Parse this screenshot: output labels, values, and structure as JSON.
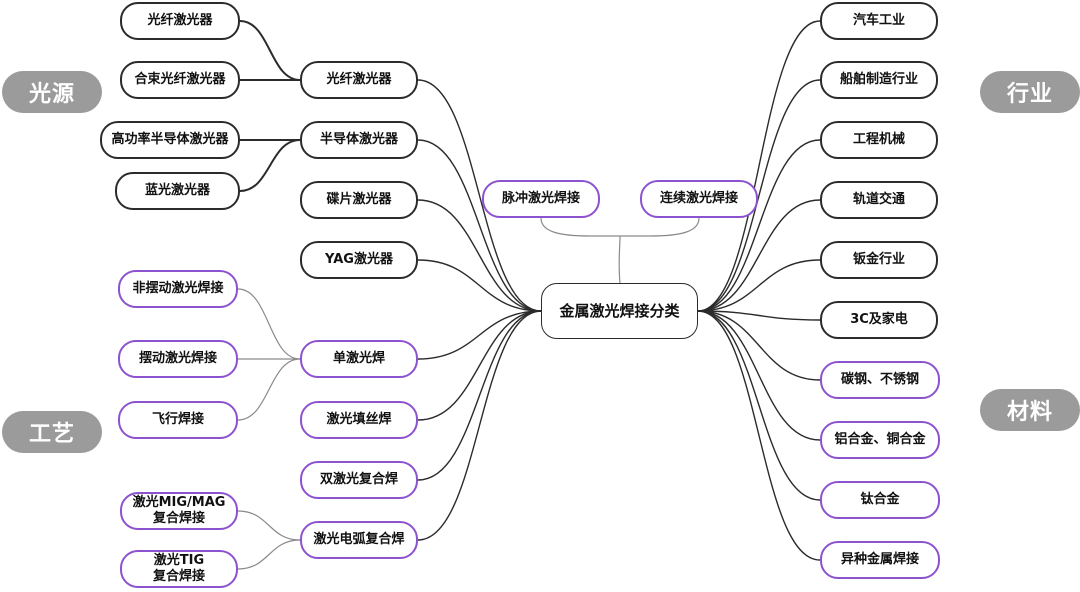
{
  "center": "金属激光焊接分类",
  "categories": {
    "light_source": "光源",
    "process": "工艺",
    "industry": "行业",
    "material": "材料"
  },
  "light_source": {
    "fiber": {
      "label": "光纤激光器",
      "children": [
        "光纤激光器",
        "合束光纤激光器"
      ]
    },
    "semiconductor": {
      "label": "半导体激光器",
      "children": [
        "高功率半导体激光器",
        "蓝光激光器"
      ]
    },
    "disk": "碟片激光器",
    "yag": "YAG激光器"
  },
  "welding_modes": [
    "脉冲激光焊接",
    "连续激光焊接"
  ],
  "process": {
    "single": {
      "label": "单激光焊",
      "children": [
        "非摆动激光焊接",
        "摆动激光焊接",
        "飞行焊接"
      ]
    },
    "filler": "激光填丝焊",
    "dual": "双激光复合焊",
    "arc": {
      "label": "激光电弧复合焊",
      "children": [
        "激光MIG/MAG\n复合焊接",
        "激光TIG\n复合焊接"
      ]
    }
  },
  "industries": [
    "汽车工业",
    "船舶制造行业",
    "工程机械",
    "轨道交通",
    "钣金行业",
    "3C及家电"
  ],
  "materials": [
    "碳钢、不锈钢",
    "铝合金、铜合金",
    "钛合金",
    "异种金属焊接"
  ],
  "colors": {
    "line": "#2b2b2b",
    "accent": "#8c52cf",
    "tag": "#9b9b9b"
  }
}
